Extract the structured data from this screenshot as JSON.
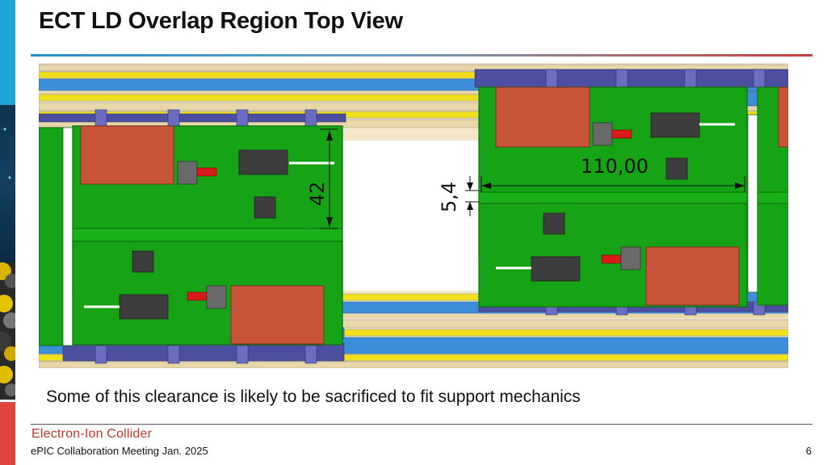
{
  "slide": {
    "title": "ECT LD Overlap Region Top View",
    "caption": "Some of this clearance is likely to be sacrificed to fit support mechanics",
    "footer_logo": "Electron-Ion Collider",
    "footer_meeting": "ePIC Collaboration Meeting Jan. 2025",
    "page_number": "6"
  },
  "drawing": {
    "dimensions": {
      "height_label": "42",
      "gap_label": "5,4",
      "width_label": "110,00"
    },
    "colors": {
      "board_green": "#16a316",
      "board_dark_green": "#0c6e0c",
      "module_orange": "#c8553a",
      "chip_gray": "#3d3d3d",
      "pipe_blue": "#3d8ed8",
      "rail_yellow": "#f2e01e",
      "frame_navy": "#4c4fa0",
      "connector_red": "#d81a1a",
      "background_tan": "#f4e6c8"
    }
  }
}
